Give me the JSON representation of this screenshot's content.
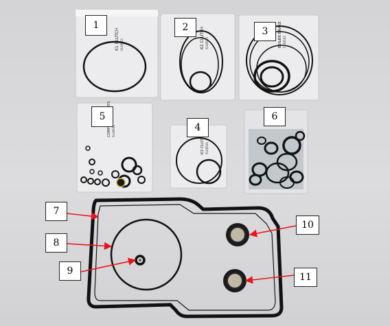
{
  "callouts": [
    "1",
    "2",
    "3",
    "4",
    "5",
    "6",
    "7",
    "8",
    "9",
    "10",
    "11"
  ],
  "bag_labels": {
    "bag1": {
      "line1": "K1 CLUTCH",
      "line2": "5149503"
    },
    "bag2": {
      "line1": "K2 CLUTCH",
      "line2": "5149503"
    },
    "bag3": {
      "line1": "B2&B8 BRAKE",
      "line2": "5149503"
    },
    "bag4": {
      "line1": "K3 CLUTCH",
      "line2": "5149504"
    },
    "bag5": {
      "line1": "COMPONENTS PARTS",
      "line2": "5149503"
    }
  },
  "colors": {
    "arrow": "#e8141c",
    "rubber": "#111111",
    "background": "#d7d7d9",
    "bag": "#eeeeef"
  }
}
